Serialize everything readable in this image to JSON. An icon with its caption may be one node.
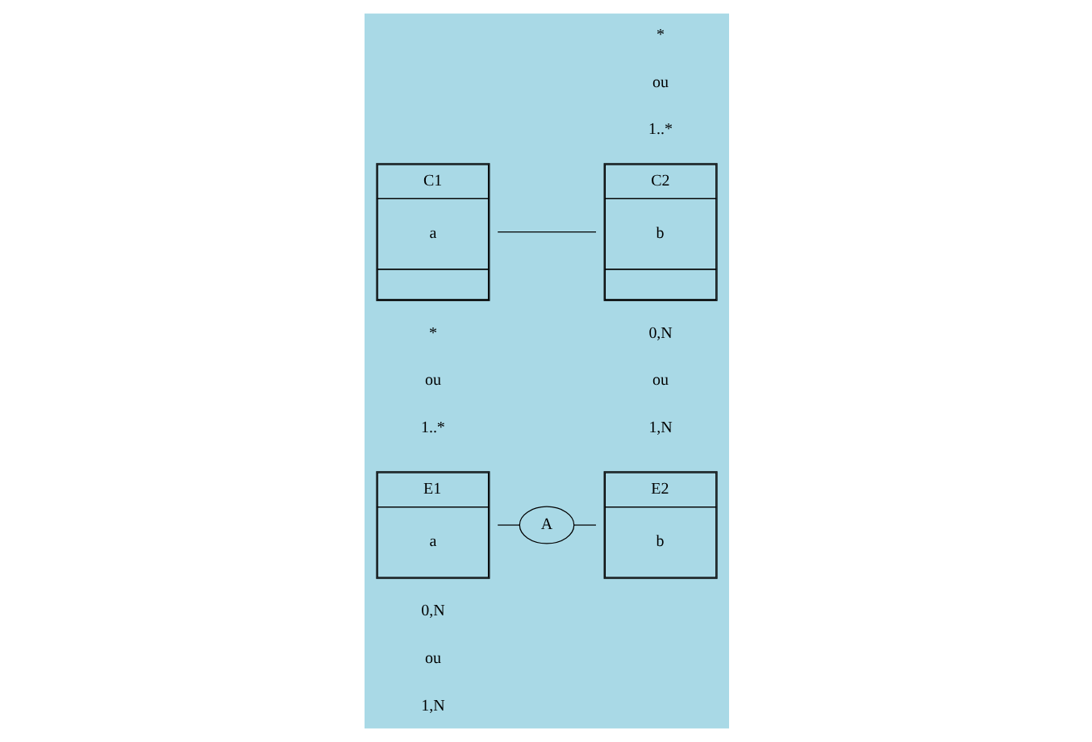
{
  "diagram": {
    "nodes": [
      {
        "text": [
          "E1",
          "a"
        ]
      },
      {
        "text": [
          "A"
        ]
      },
      {
        "text": [
          "E2",
          "b"
        ]
      },
      {
        "text": [
          "C1",
          "a"
        ]
      },
      {
        "text": [
          "C2",
          "b"
        ]
      }
    ],
    "edges": [
      {
        "from": 0,
        "to": 1,
        "arrow": "none"
      },
      {
        "from": 1,
        "to": 2,
        "arrow": "none"
      },
      {
        "from": 3,
        "to": 4,
        "arrow": "none"
      }
    ],
    "labels": [
      "0,N",
      "0,N",
      "ou",
      "ou",
      "1,N",
      "1,N",
      "*",
      "*",
      "ou",
      "ou",
      "1..*",
      "1..*"
    ]
  }
}
